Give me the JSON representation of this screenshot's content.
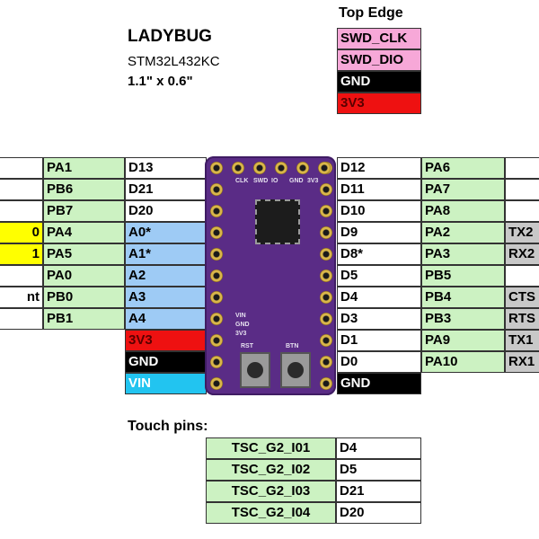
{
  "board": {
    "title": "LADYBUG",
    "mcu": "STM32L432KC",
    "size": "1.1\" x 0.6\"",
    "silk": {
      "top": [
        "CLK",
        "SWD",
        "IO",
        "GND",
        "3V3"
      ],
      "rst": "RST",
      "btn": "BTN",
      "vin": "VIN",
      "gnd": "GND",
      "v3": "3V3"
    }
  },
  "top_edge": {
    "header": "Top Edge",
    "rows": [
      {
        "label": "SWD_CLK",
        "bg": "#f7a8d8",
        "fg": "#000000"
      },
      {
        "label": "SWD_DIO",
        "bg": "#f7a8d8",
        "fg": "#000000"
      },
      {
        "label": "GND",
        "bg": "#000000",
        "fg": "#ffffff"
      },
      {
        "label": "3V3",
        "bg": "#ee1111",
        "fg": "#5a0000"
      }
    ]
  },
  "left_rows": [
    {
      "extra": "",
      "extra_bg": "#ffffff",
      "pin": "PA1",
      "pin_bg": "#ccf2c2",
      "arduino": "D13",
      "arduino_bg": "#ffffff",
      "arduino_fg": "#000000"
    },
    {
      "extra": "",
      "extra_bg": "#ffffff",
      "pin": "PB6",
      "pin_bg": "#ccf2c2",
      "arduino": "D21",
      "arduino_bg": "#ffffff",
      "arduino_fg": "#000000"
    },
    {
      "extra": "",
      "extra_bg": "#ffffff",
      "pin": "PB7",
      "pin_bg": "#ccf2c2",
      "arduino": "D20",
      "arduino_bg": "#ffffff",
      "arduino_fg": "#000000"
    },
    {
      "extra": "0",
      "extra_bg": "#ffff00",
      "pin": "PA4",
      "pin_bg": "#ccf2c2",
      "arduino": "A0*",
      "arduino_bg": "#9ecbf5",
      "arduino_fg": "#000000"
    },
    {
      "extra": "1",
      "extra_bg": "#ffff00",
      "pin": "PA5",
      "pin_bg": "#ccf2c2",
      "arduino": "A1*",
      "arduino_bg": "#9ecbf5",
      "arduino_fg": "#000000"
    },
    {
      "extra": "",
      "extra_bg": "#ffffff",
      "pin": "PA0",
      "pin_bg": "#ccf2c2",
      "arduino": "A2",
      "arduino_bg": "#9ecbf5",
      "arduino_fg": "#000000"
    },
    {
      "extra": "nt",
      "extra_bg": "#ffffff",
      "pin": "PB0",
      "pin_bg": "#ccf2c2",
      "arduino": "A3",
      "arduino_bg": "#9ecbf5",
      "arduino_fg": "#000000"
    },
    {
      "extra": "",
      "extra_bg": "#ffffff",
      "pin": "PB1",
      "pin_bg": "#ccf2c2",
      "arduino": "A4",
      "arduino_bg": "#9ecbf5",
      "arduino_fg": "#000000"
    }
  ],
  "left_power": [
    {
      "label": "3V3",
      "bg": "#ee1111",
      "fg": "#5a0000"
    },
    {
      "label": "GND",
      "bg": "#000000",
      "fg": "#ffffff"
    },
    {
      "label": "VIN",
      "bg": "#22c4f0",
      "fg": "#ffffff"
    }
  ],
  "right_rows": [
    {
      "arduino": "D12",
      "arduino_bg": "#ffffff",
      "pin": "PA6",
      "pin_bg": "#ccf2c2",
      "extra": "",
      "extra_bg": "#ffffff"
    },
    {
      "arduino": "D11",
      "arduino_bg": "#ffffff",
      "pin": "PA7",
      "pin_bg": "#ccf2c2",
      "extra": "",
      "extra_bg": "#ffffff"
    },
    {
      "arduino": "D10",
      "arduino_bg": "#ffffff",
      "pin": "PA8",
      "pin_bg": "#ccf2c2",
      "extra": "",
      "extra_bg": "#ffffff"
    },
    {
      "arduino": "D9",
      "arduino_bg": "#ffffff",
      "pin": "PA2",
      "pin_bg": "#ccf2c2",
      "extra": "TX2",
      "extra_bg": "#c8c8c8"
    },
    {
      "arduino": "D8*",
      "arduino_bg": "#ffffff",
      "pin": "PA3",
      "pin_bg": "#ccf2c2",
      "extra": "RX2",
      "extra_bg": "#c8c8c8"
    },
    {
      "arduino": "D5",
      "arduino_bg": "#ffffff",
      "pin": "PB5",
      "pin_bg": "#ccf2c2",
      "extra": "",
      "extra_bg": "#ffffff"
    },
    {
      "arduino": "D4",
      "arduino_bg": "#ffffff",
      "pin": "PB4",
      "pin_bg": "#ccf2c2",
      "extra": "CTS",
      "extra_bg": "#c8c8c8"
    },
    {
      "arduino": "D3",
      "arduino_bg": "#ffffff",
      "pin": "PB3",
      "pin_bg": "#ccf2c2",
      "extra": "RTS",
      "extra_bg": "#c8c8c8"
    },
    {
      "arduino": "D1",
      "arduino_bg": "#ffffff",
      "pin": "PA9",
      "pin_bg": "#ccf2c2",
      "extra": "TX1",
      "extra_bg": "#c8c8c8"
    },
    {
      "arduino": "D0",
      "arduino_bg": "#ffffff",
      "pin": "PA10",
      "pin_bg": "#ccf2c2",
      "extra": "RX1",
      "extra_bg": "#c8c8c8"
    }
  ],
  "right_gnd": {
    "label": "GND",
    "bg": "#000000",
    "fg": "#ffffff"
  },
  "touch": {
    "header": "Touch pins:",
    "rows": [
      {
        "tsc": "TSC_G2_I01",
        "pin": "D4"
      },
      {
        "tsc": "TSC_G2_I02",
        "pin": "D5"
      },
      {
        "tsc": "TSC_G2_I03",
        "pin": "D21"
      },
      {
        "tsc": "TSC_G2_I04",
        "pin": "D20"
      }
    ],
    "tsc_bg": "#ccf2c2"
  }
}
